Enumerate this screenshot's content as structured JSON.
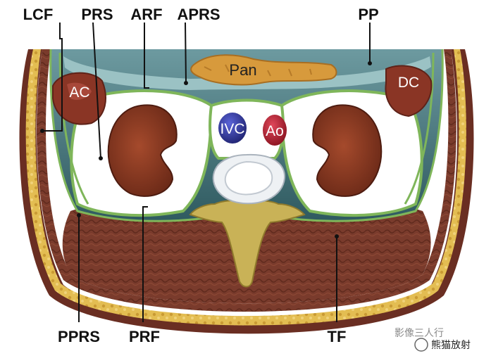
{
  "labels": {
    "lcf": "LCF",
    "prs": "PRS",
    "arf": "ARF",
    "aprs": "APRS",
    "pp": "PP",
    "pprs": "PPRS",
    "prf": "PRF",
    "tf": "TF"
  },
  "organs": {
    "pan": "Pan",
    "ac": "AC",
    "dc": "DC",
    "ivc": "IVC",
    "ao": "Ao"
  },
  "watermark": {
    "faded": "影像三人行",
    "bold": "熊猫放射"
  },
  "colors": {
    "fascia_green": "#7fb65a",
    "fat_yellow": "#d9b24a",
    "muscle_red": "#7a3a2a",
    "kidney": "#8a3b25",
    "space_teal": "#3f6f74",
    "ivc_blue": "#2b2f8f",
    "ao_red": "#b01e2a",
    "pancreas": "#d79a3c"
  }
}
